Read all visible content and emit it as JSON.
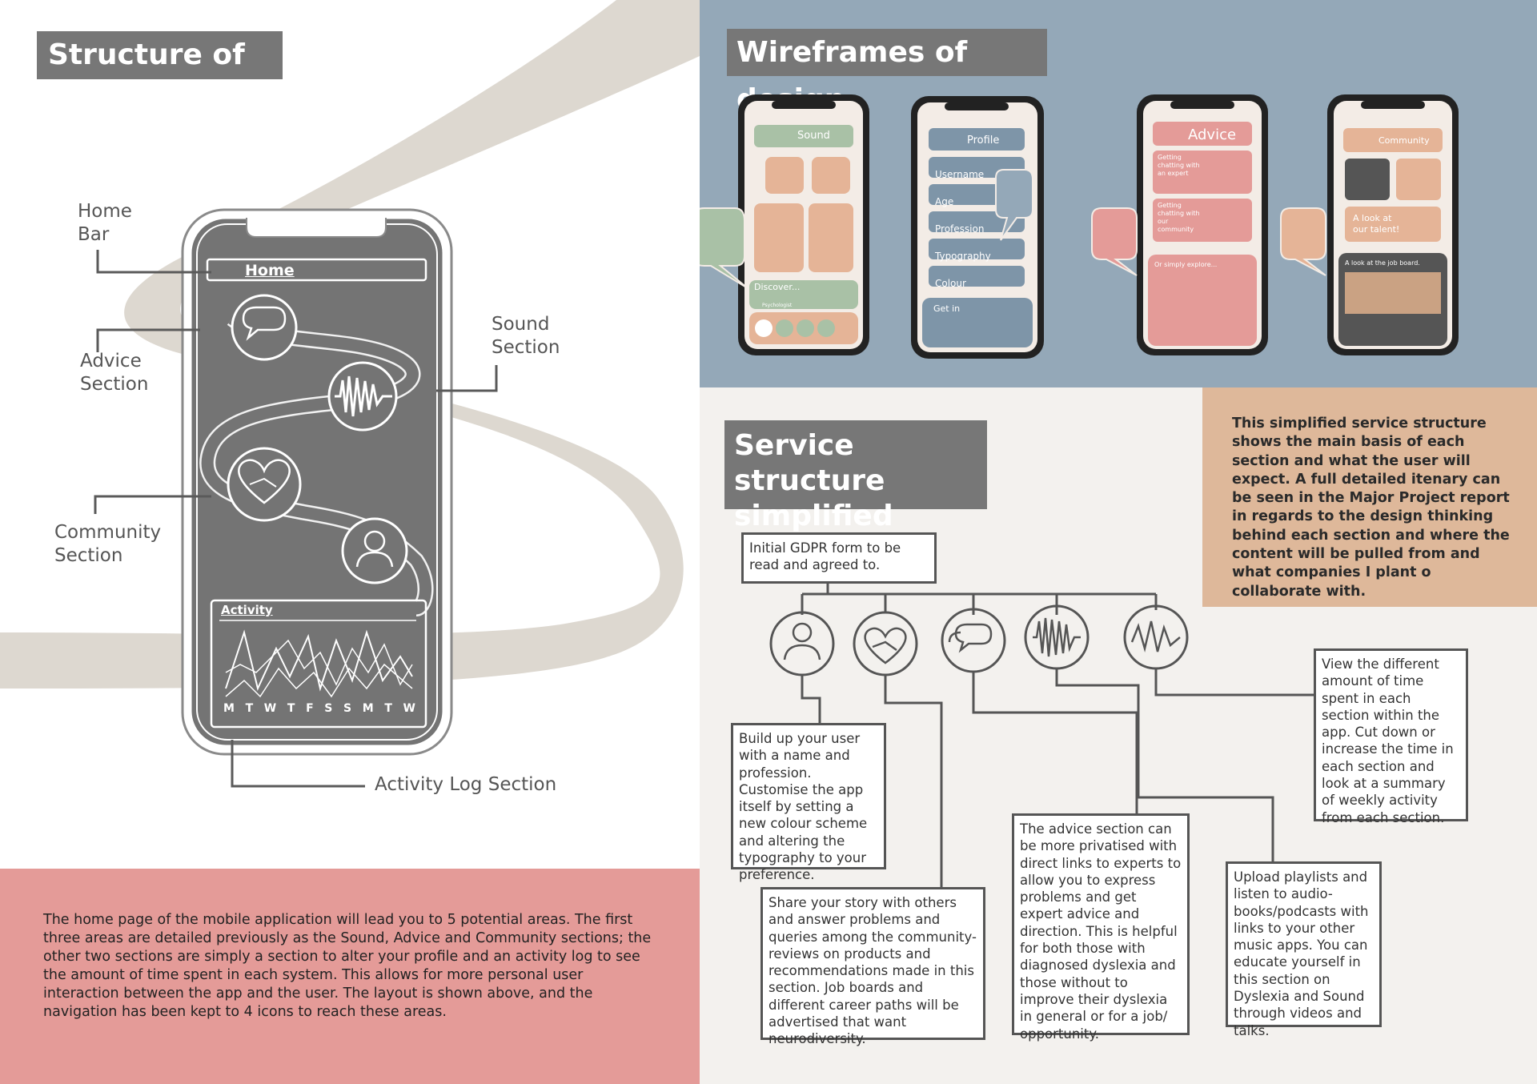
{
  "left": {
    "title": "Structure of app",
    "callouts": {
      "home_bar": [
        "Home",
        "Bar"
      ],
      "advice": [
        "Advice",
        "Section"
      ],
      "community": [
        "Community",
        "Section"
      ],
      "sound": [
        "Sound",
        "Section"
      ],
      "activity_log": "Activity Log Section"
    },
    "phone": {
      "home_label": "Home",
      "activity_label": "Activity",
      "days": [
        "M",
        "T",
        "W",
        "T",
        "F",
        "S",
        "S",
        "M",
        "T",
        "W"
      ]
    },
    "paragraph": "The home page of the mobile application will lead you to 5 potential areas. The first three areas are detailed previously as the Sound, Advice and Community sections; the other two sections are simply a section to alter your profile and an activity log to see the amount of time spent in each system. This allows for more personal user interaction between the app and the user. The layout is shown above, and the navigation has been kept to 4 icons to reach these areas."
  },
  "wireframes": {
    "title": "Wireframes of design",
    "phone1": {
      "header": "Sound",
      "discover": "Discover...",
      "sub": "Psychologist"
    },
    "phone2": {
      "header": "Profile",
      "fields": [
        "Username",
        "Age",
        "Profession",
        "Typography",
        "Colour"
      ],
      "footer": "Get in"
    },
    "phone3": {
      "header": "Advice",
      "card1": "Getting chatting with an expert",
      "card2": "Getting chatting with our community",
      "explore": "Or simply explore..."
    },
    "phone4": {
      "header": "Community",
      "talent": "A look at our talent!",
      "jobboard": "A look at the job board."
    }
  },
  "service": {
    "title": "Service structure simplified",
    "gdpr": "Initial GDPR form to be read and agreed to.",
    "intro": "This simplified service structure shows the main basis of each section and what the user will expect. A full detailed itenary can be seen in the Major Project report in regards to the design thinking behind each section and where the content will be pulled from and what companies I plant o collaborate with.",
    "profile_box": "Build up your user with a name and profession. Customise the app itself by setting a new colour scheme and altering the typography to your preference.",
    "community_box": "Share your story with others and answer problems and queries among the community- reviews on products and recommendations made in this section. Job boards and different career paths will be advertised that want neurodiversity.",
    "advice_box": "The advice section can be more privatised with direct links to experts to allow you to express problems and get expert advice and direction. This is helpful for both those with diagnosed dyslexia and those without to improve their dyslexia in general or for a job/ opportunity.",
    "sound_box": "Upload playlists and listen to audio-books/podcasts with links to your other music apps. You can educate yourself in this section on Dyslexia and Sound through videos and talks.",
    "activity_box": "View the different amount of time spent in each section within the app. Cut down or increase the time in each section and look at a summary of weekly activity from each section."
  },
  "colors": {
    "grey_title": "#777777",
    "slate_blue": "#94a8b8",
    "pink": "#e49b98",
    "tan": "#deb89a",
    "sage": "#a9c1a6",
    "peach": "#e5b497"
  }
}
